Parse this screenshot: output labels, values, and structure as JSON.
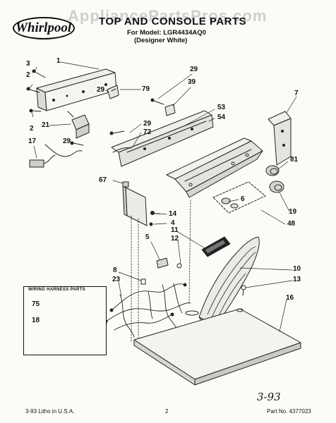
{
  "watermark": "AppliancePartsPros.com",
  "brand": {
    "name": "Whirlpool"
  },
  "title": "TOP AND CONSOLE PARTS",
  "subtitle_model": "For Model: LGR4434AQ0",
  "subtitle_color": "(Designer White)",
  "callouts": [
    "1",
    "3",
    "2",
    "2",
    "21",
    "17",
    "29",
    "29",
    "79",
    "29",
    "39",
    "53",
    "54",
    "7",
    "29",
    "72",
    "81",
    "67",
    "6",
    "19",
    "14",
    "4",
    "48",
    "5",
    "11",
    "12",
    "10",
    "8",
    "23",
    "13",
    "16"
  ],
  "legend": {
    "title": "WIRING HARNESS PARTS",
    "items": [
      "75",
      "18"
    ]
  },
  "footer": {
    "left": "3-93  Litho in U.S.A.",
    "page": "2",
    "part_no": "Part No. 4377023"
  },
  "handwritten_note": "3-93"
}
